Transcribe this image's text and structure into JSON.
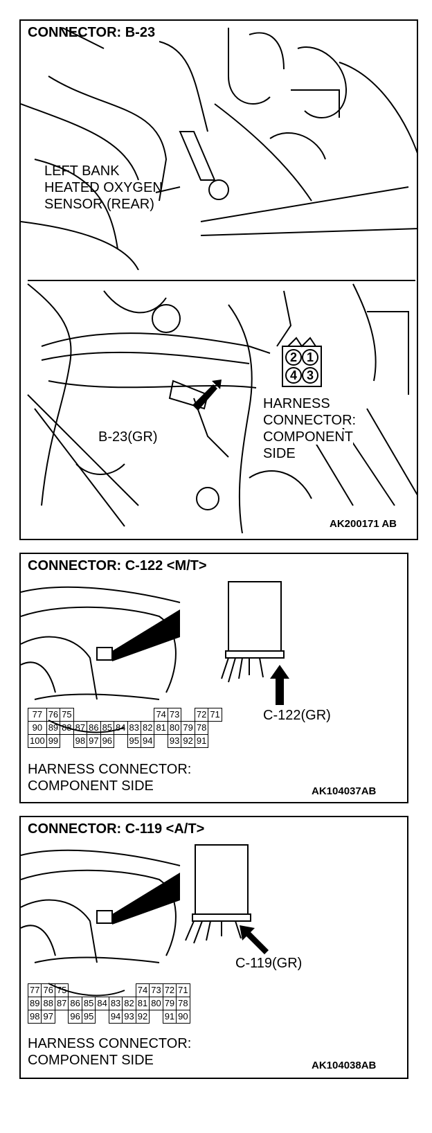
{
  "panel1": {
    "title": "CONNECTOR: B-23",
    "sensor_label": [
      "LEFT BANK",
      "HEATED OXYGEN",
      "SENSOR (REAR)"
    ],
    "connector_id": "B-23(GR)",
    "pins": [
      "2",
      "1",
      "4",
      "3"
    ],
    "harness_label": [
      "HARNESS",
      "CONNECTOR:",
      "COMPONENT",
      "SIDE"
    ],
    "code": "AK200171 AB"
  },
  "panel2": {
    "title": "CONNECTOR: C-122 <M/T>",
    "connector_id": "C-122(GR)",
    "rows": [
      [
        "77",
        "76",
        "75",
        "",
        "",
        "",
        "",
        "",
        "",
        "74",
        "73",
        "",
        "72",
        "71"
      ],
      [
        "90",
        "89",
        "88",
        "87",
        "86",
        "85",
        "84",
        "83",
        "82",
        "81",
        "80",
        "79",
        "78"
      ],
      [
        "100",
        "99",
        "",
        "98",
        "97",
        "96",
        "",
        "95",
        "94",
        "",
        "93",
        "92",
        "91"
      ]
    ],
    "harness_label": [
      "HARNESS CONNECTOR:",
      "COMPONENT SIDE"
    ],
    "code": "AK104037AB"
  },
  "panel3": {
    "title": "CONNECTOR: C-119 <A/T>",
    "connector_id": "C-119(GR)",
    "rows": [
      [
        "77",
        "76",
        "75",
        "",
        "",
        "",
        "",
        "",
        "74",
        "73",
        "72",
        "71"
      ],
      [
        "89",
        "88",
        "87",
        "86",
        "85",
        "84",
        "83",
        "82",
        "81",
        "80",
        "79",
        "78"
      ],
      [
        "98",
        "97",
        "",
        "96",
        "95",
        "",
        "94",
        "93",
        "92",
        "",
        "91",
        "90"
      ]
    ],
    "harness_label": [
      "HARNESS CONNECTOR:",
      "COMPONENT SIDE"
    ],
    "code": "AK104038AB"
  }
}
